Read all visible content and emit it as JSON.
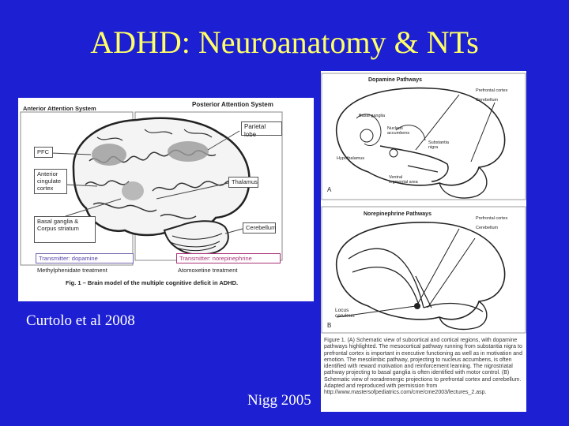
{
  "slide": {
    "title": "ADHD: Neuroanatomy & NTs",
    "left_caption": "Curtolo et al 2008",
    "right_caption": "Nigg 2005",
    "colors": {
      "background": "#1c1fd2",
      "title": "#ffff66",
      "caption": "#ffffff"
    }
  },
  "left_figure": {
    "anterior_title": "Anterior Attention System",
    "posterior_title": "Posterior Attention System",
    "pfc": "PFC",
    "anterior_cingulate": "Anterior cingulate cortex",
    "basal_ganglia": "Basal ganglia & Corpus striatum",
    "parietal": "Parietal lobe",
    "thalamus": "Thalamus",
    "cerebellum": "Cerebellum",
    "transmitter_da": "Transmitter: dopamine",
    "transmitter_ne": "Transmitter: norepinephrine",
    "treatment_mph": "Methylphenidate treatment",
    "treatment_ato": "Atomoxetine treatment",
    "fig_caption": "Fig. 1 – Brain model of the multiple cognitive deficit in ADHD."
  },
  "right_figure": {
    "da_title": "Dopamine Pathways",
    "da_prefrontal": "Prefrontal cortex",
    "da_cerebellum": "Cerebellum",
    "da_basal": "Basal ganglia",
    "da_nucleus": "Nucleus accumbens",
    "da_nigra": "Substantia nigra",
    "da_hypothalamus": "Hypothalamus",
    "da_vta": "Ventral tegmental area",
    "panel_a": "A",
    "ne_title": "Norepinephrine Pathways",
    "ne_prefrontal": "Prefrontal cortex",
    "ne_cerebellum": "Cerebellum",
    "panel_b": "B",
    "ne_locus": "Locus ceruleus",
    "caption_text": "Figure 1. (A) Schematic view of subcortical and cortical regions, with dopamine pathways highlighted. The mesocortical pathway running from substantia nigra to prefrontal cortex is important in executive functioning as well as in motivation and emotion. The mesolimbic pathway, projecting to nucleus accumbens, is often identified with reward motivation and reinforcement learning. The nigrostriatal pathway projecting to basal ganglia is often identified with motor control. (B) Schematic view of noradrenergic projections to prefrontal cortex and cerebellum. Adapted and reproduced with permission from http://www.mastersofpediatrics.com/cme/cme2003/lectures_2.asp."
  }
}
